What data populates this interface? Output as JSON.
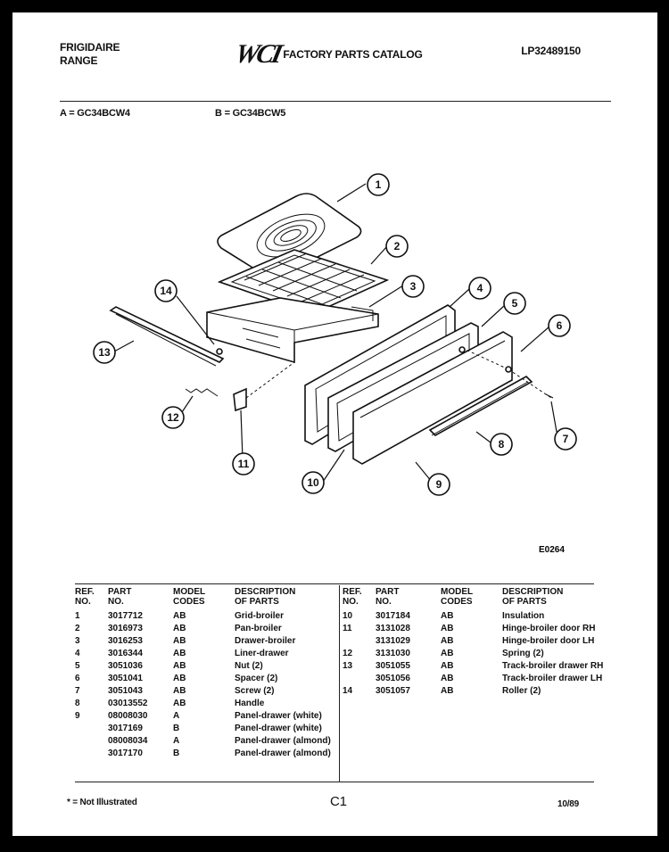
{
  "header": {
    "brand_line1": "FRIGIDAIRE",
    "brand_line2": "RANGE",
    "logo_mark": "WCI",
    "catalog_title": "FACTORY PARTS CATALOG",
    "catalog_number": "LP32489150"
  },
  "models": {
    "a": "A = GC34BCW4",
    "b": "B = GC34BCW5"
  },
  "diagram": {
    "figure_number": "E0264",
    "callouts": [
      "1",
      "2",
      "3",
      "4",
      "5",
      "6",
      "7",
      "8",
      "9",
      "10",
      "11",
      "12",
      "13",
      "14"
    ]
  },
  "table": {
    "headers": {
      "ref": [
        "REF.",
        "NO."
      ],
      "part": [
        "PART",
        "NO."
      ],
      "code": [
        "MODEL",
        "CODES"
      ],
      "desc": [
        "DESCRIPTION",
        "OF PARTS"
      ]
    },
    "left_rows": [
      {
        "ref": "1",
        "part": "3017712",
        "code": "AB",
        "desc": "Grid-broiler"
      },
      {
        "ref": "2",
        "part": "3016973",
        "code": "AB",
        "desc": "Pan-broiler"
      },
      {
        "ref": "3",
        "part": "3016253",
        "code": "AB",
        "desc": "Drawer-broiler"
      },
      {
        "ref": "4",
        "part": "3016344",
        "code": "AB",
        "desc": "Liner-drawer"
      },
      {
        "ref": "5",
        "part": "3051036",
        "code": "AB",
        "desc": "Nut (2)"
      },
      {
        "ref": "6",
        "part": "3051041",
        "code": "AB",
        "desc": "Spacer (2)"
      },
      {
        "ref": "7",
        "part": "3051043",
        "code": "AB",
        "desc": "Screw (2)"
      },
      {
        "ref": "8",
        "part": "03013552",
        "code": "AB",
        "desc": "Handle"
      },
      {
        "ref": "9",
        "part": "08008030",
        "code": "A",
        "desc": "Panel-drawer (white)"
      },
      {
        "ref": "",
        "part": "3017169",
        "code": "B",
        "desc": "Panel-drawer (white)"
      },
      {
        "ref": "",
        "part": "08008034",
        "code": "A",
        "desc": "Panel-drawer (almond)"
      },
      {
        "ref": "",
        "part": "3017170",
        "code": "B",
        "desc": "Panel-drawer (almond)"
      }
    ],
    "right_rows": [
      {
        "ref": "10",
        "part": "3017184",
        "code": "AB",
        "desc": "Insulation"
      },
      {
        "ref": "11",
        "part": "3131028",
        "code": "AB",
        "desc": "Hinge-broiler door RH"
      },
      {
        "ref": "",
        "part": "3131029",
        "code": "AB",
        "desc": "Hinge-broiler door LH"
      },
      {
        "ref": "12",
        "part": "3131030",
        "code": "AB",
        "desc": "Spring (2)"
      },
      {
        "ref": "13",
        "part": "3051055",
        "code": "AB",
        "desc": "Track-broiler drawer RH"
      },
      {
        "ref": "",
        "part": "3051056",
        "code": "AB",
        "desc": "Track-broiler drawer LH"
      },
      {
        "ref": "14",
        "part": "3051057",
        "code": "AB",
        "desc": "Roller (2)"
      }
    ]
  },
  "footer": {
    "footnote": "* = Not Illustrated",
    "page_code": "C1",
    "date": "10/89"
  }
}
